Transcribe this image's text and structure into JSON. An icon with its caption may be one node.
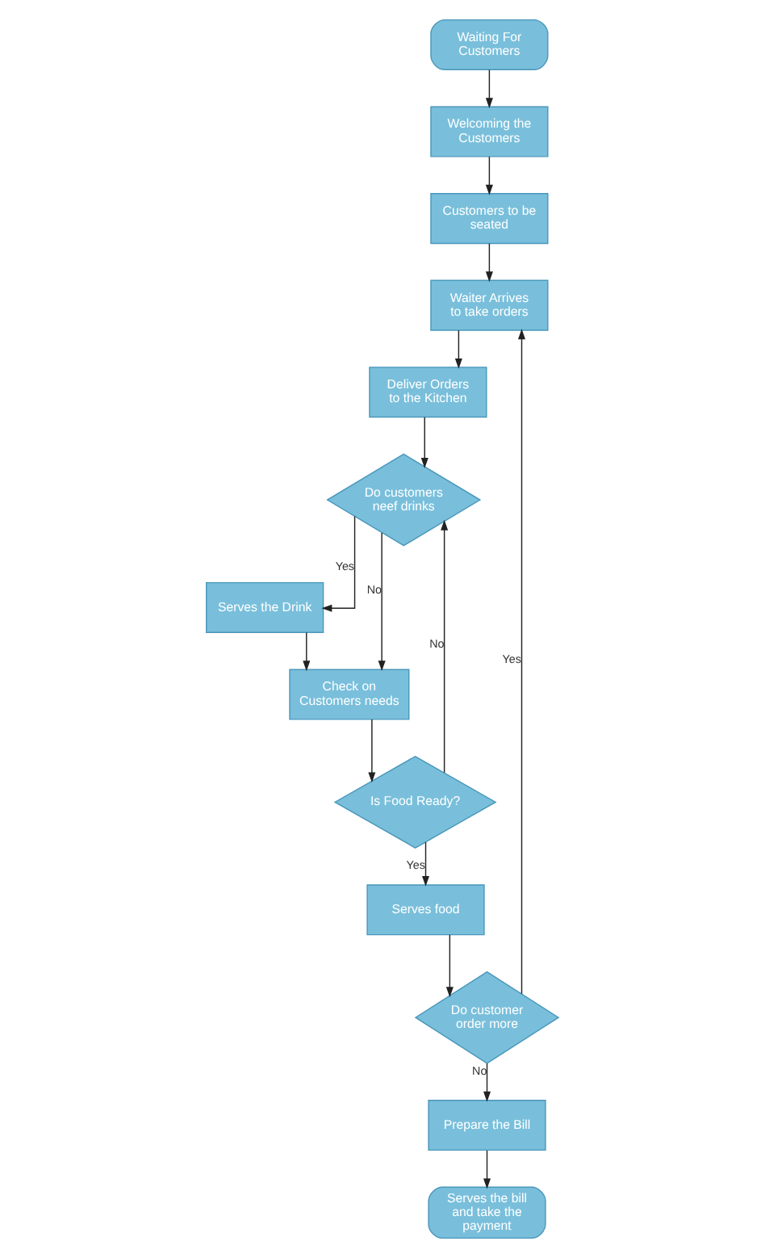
{
  "diagram": {
    "nodes": [
      {
        "text": [
          "Waiting For Customers"
        ]
      },
      {
        "text": [
          "Welcoming the Customers"
        ]
      },
      {
        "text": [
          "Customers to be seated"
        ]
      },
      {
        "text": [
          "Waiter Arrives to take orders"
        ]
      },
      {
        "text": [
          "Deliver Orders to the Kitchen"
        ]
      },
      {
        "text": [
          "Do customers neef drinks"
        ]
      },
      {
        "text": [
          "Serves the Drink"
        ]
      },
      {
        "text": [
          "Check on Customers needs"
        ]
      },
      {
        "text": [
          "Is Food Ready?"
        ]
      },
      {
        "text": [
          "Serves food"
        ]
      },
      {
        "text": [
          "Do customer order more"
        ]
      },
      {
        "text": [
          "Prepare the Bill"
        ]
      },
      {
        "text": [
          "Serves the bill and take the payment"
        ]
      }
    ],
    "edges": [
      {
        "from": 0,
        "to": 1,
        "arrow": "to"
      },
      {
        "from": 1,
        "to": 2,
        "arrow": "to"
      },
      {
        "from": 2,
        "to": 3,
        "arrow": "to"
      },
      {
        "from": 3,
        "to": 4,
        "arrow": "to"
      },
      {
        "from": 4,
        "to": 5,
        "arrow": "to"
      },
      {
        "from": 5,
        "to": 6,
        "arrow": "to",
        "label": "Yes"
      },
      {
        "from": 5,
        "to": 7,
        "arrow": "to",
        "label": "No"
      },
      {
        "from": 6,
        "to": 7,
        "arrow": "to"
      },
      {
        "from": 7,
        "to": 8,
        "arrow": "to"
      },
      {
        "from": 8,
        "to": 5,
        "arrow": "to",
        "label": "No"
      },
      {
        "from": 8,
        "to": 9,
        "arrow": "to",
        "label": "Yes"
      },
      {
        "from": 9,
        "to": 10,
        "arrow": "to"
      },
      {
        "from": 10,
        "to": 3,
        "arrow": "to",
        "label": "Yes"
      },
      {
        "from": 10,
        "to": 11,
        "arrow": "to",
        "label": "No"
      },
      {
        "from": 11,
        "to": 12,
        "arrow": "to"
      }
    ]
  }
}
